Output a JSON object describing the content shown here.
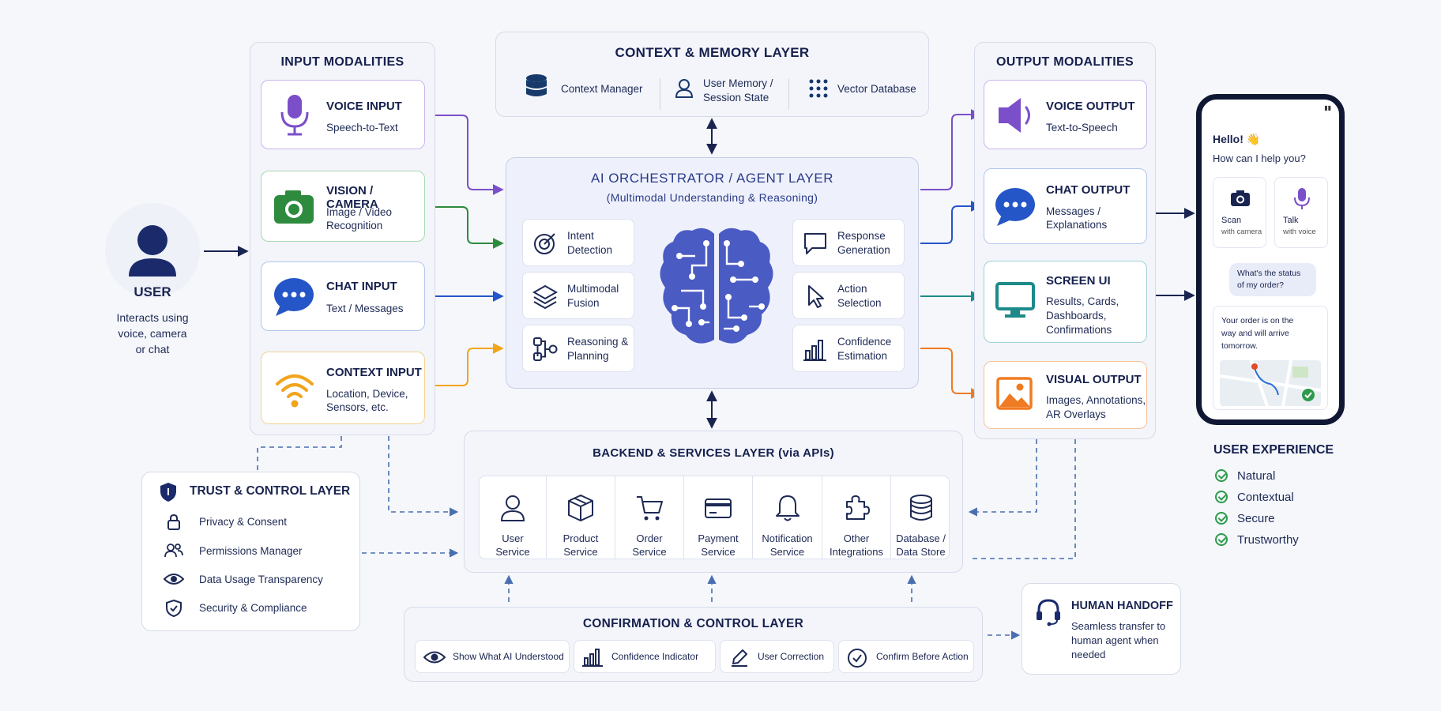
{
  "user": {
    "title": "USER",
    "desc": [
      "Interacts using",
      "voice, camera",
      "or chat"
    ]
  },
  "input": {
    "title": "INPUT MODALITIES",
    "items": [
      {
        "title": "VOICE INPUT",
        "sub": [
          "Speech-to-Text"
        ],
        "color": "#7b4fc9",
        "icon": "microphone-icon"
      },
      {
        "title": "VISION / CAMERA",
        "sub": [
          "Image / Video",
          "Recognition"
        ],
        "color": "#2e8b3e",
        "icon": "camera-icon"
      },
      {
        "title": "CHAT INPUT",
        "sub": [
          "Text / Messages"
        ],
        "color": "#2556c8",
        "icon": "chat-bubble-icon"
      },
      {
        "title": "CONTEXT INPUT",
        "sub": [
          "Location, Device,",
          "Sensors, etc."
        ],
        "color": "#f2a41b",
        "icon": "wifi-icon"
      }
    ]
  },
  "context": {
    "title": "CONTEXT & MEMORY LAYER",
    "items": [
      {
        "label": "Context Manager",
        "icon": "database-icon"
      },
      {
        "label": "User Memory /\nSession State",
        "icon": "user-icon"
      },
      {
        "label": "Vector Database",
        "icon": "grid-dots-icon"
      }
    ]
  },
  "orchestrator": {
    "title": "AI ORCHESTRATOR / AGENT LAYER",
    "subtitle": "(Multimodal Understanding & Reasoning)",
    "left": [
      {
        "label": "Intent\nDetection",
        "icon": "target-icon"
      },
      {
        "label": "Multimodal\nFusion",
        "icon": "layers-icon"
      },
      {
        "label": "Reasoning &\nPlanning",
        "icon": "flow-icon"
      }
    ],
    "right": [
      {
        "label": "Response\nGeneration",
        "icon": "speech-icon"
      },
      {
        "label": "Action\nSelection",
        "icon": "cursor-icon"
      },
      {
        "label": "Confidence\nEstimation",
        "icon": "bar-chart-icon"
      }
    ],
    "brain_color": "#4a5bc4"
  },
  "output": {
    "title": "OUTPUT MODALITIES",
    "items": [
      {
        "title": "VOICE OUTPUT",
        "sub": [
          "Text-to-Speech"
        ],
        "color": "#7b4fc9",
        "icon": "speaker-icon"
      },
      {
        "title": "CHAT OUTPUT",
        "sub": [
          "Messages /",
          "Explanations"
        ],
        "color": "#2556c8",
        "icon": "chat-bubble-icon"
      },
      {
        "title": "SCREEN UI",
        "sub": [
          "Results, Cards,",
          "Dashboards,",
          "Confirmations"
        ],
        "color": "#1e8a8a",
        "icon": "monitor-icon"
      },
      {
        "title": "VISUAL OUTPUT",
        "sub": [
          "Images, Annotations,",
          "AR Overlays"
        ],
        "color": "#f07b22",
        "icon": "image-icon"
      }
    ]
  },
  "phone": {
    "greeting": "Hello! 👋",
    "question": "How can I help you?",
    "scan": "Scan",
    "scan_sub": "with camera",
    "talk": "Talk",
    "talk_sub": "with voice",
    "user_msg": "What's the status\nof my order?",
    "bot_msg": "Your order is on the\nway and will arrive\ntomorrow."
  },
  "ux": {
    "title": "USER EXPERIENCE",
    "items": [
      "Natural",
      "Contextual",
      "Secure",
      "Trustworthy"
    ]
  },
  "backend": {
    "title": "BACKEND & SERVICES LAYER (via APIs)",
    "items": [
      {
        "label": "User\nService",
        "icon": "user-icon"
      },
      {
        "label": "Product\nService",
        "icon": "box-icon"
      },
      {
        "label": "Order\nService",
        "icon": "cart-icon"
      },
      {
        "label": "Payment\nService",
        "icon": "credit-card-icon"
      },
      {
        "label": "Notification\nService",
        "icon": "bell-icon"
      },
      {
        "label": "Other\nIntegrations",
        "icon": "puzzle-icon"
      },
      {
        "label": "Database /\nData Store",
        "icon": "database-icon"
      }
    ]
  },
  "trust": {
    "title": "TRUST & CONTROL LAYER",
    "items": [
      {
        "label": "Privacy & Consent",
        "icon": "lock-icon"
      },
      {
        "label": "Permissions Manager",
        "icon": "users-icon"
      },
      {
        "label": "Data Usage Transparency",
        "icon": "eye-icon"
      },
      {
        "label": "Security & Compliance",
        "icon": "shield-icon"
      }
    ]
  },
  "confirm": {
    "title": "CONFIRMATION & CONTROL LAYER",
    "items": [
      {
        "label": "Show What AI Understood",
        "icon": "eye-icon"
      },
      {
        "label": "Confidence Indicator",
        "icon": "bar-chart-icon"
      },
      {
        "label": "User Correction",
        "icon": "pencil-icon"
      },
      {
        "label": "Confirm Before Action",
        "icon": "check-circle-icon"
      }
    ]
  },
  "handoff": {
    "title": "HUMAN HANDOFF",
    "desc": [
      "Seamless transfer to",
      "human agent when",
      "needed"
    ]
  }
}
